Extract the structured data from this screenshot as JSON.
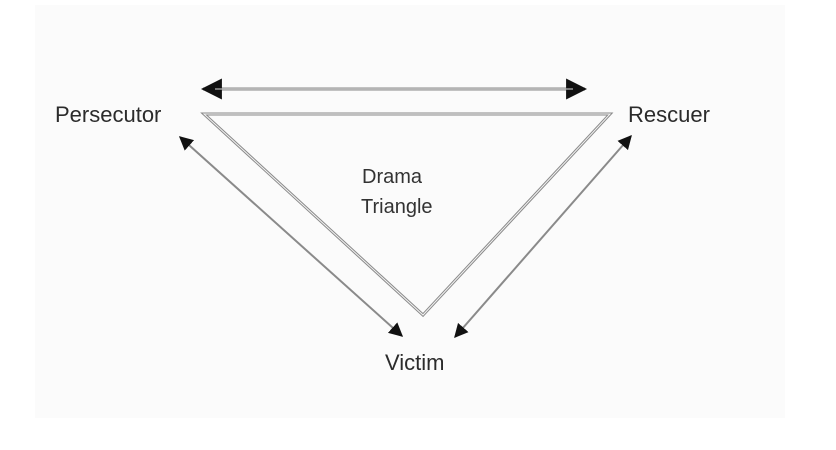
{
  "diagram": {
    "title": "Drama Triangle",
    "center_label": {
      "line1": "Drama",
      "line2": "Triangle"
    },
    "nodes": {
      "persecutor": "Persecutor",
      "rescuer": "Rescuer",
      "victim": "Victim"
    },
    "edges": [
      {
        "from": "Persecutor",
        "to": "Rescuer",
        "type": "bidirectional-arrow"
      },
      {
        "from": "Persecutor",
        "to": "Victim",
        "type": "bidirectional-arrow"
      },
      {
        "from": "Rescuer",
        "to": "Victim",
        "type": "bidirectional-arrow"
      }
    ],
    "colors": {
      "background": "#ffffff",
      "panel": "#fbfbfb",
      "line": "#8a8a8a",
      "arrowhead": "#111111",
      "text": "#2b2b2b"
    }
  }
}
